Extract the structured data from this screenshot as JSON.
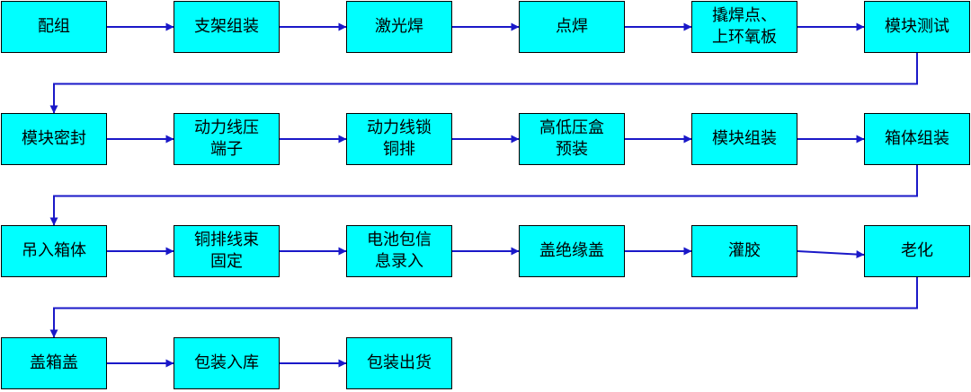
{
  "colors": {
    "box_fill": "#00FFFF",
    "arrow": "#1A18C8",
    "text": "#000000"
  },
  "rows": [
    {
      "steps": [
        {
          "id": "peizu",
          "label": "配组"
        },
        {
          "id": "zhijia-zuzhuang",
          "label": "支架组装"
        },
        {
          "id": "jiguanghan",
          "label": "激光焊"
        },
        {
          "id": "dianhan",
          "label": "点焊"
        },
        {
          "id": "qiaohandian",
          "label": "撬焊点、\n上环氧板"
        },
        {
          "id": "mokuai-ceshi",
          "label": "模块测试"
        }
      ]
    },
    {
      "steps": [
        {
          "id": "mokuai-mifeng",
          "label": "模块密封"
        },
        {
          "id": "donglixian-yaduanzi",
          "label": "动力线压\n端子"
        },
        {
          "id": "donglixian-suotongpai",
          "label": "动力线锁\n铜排"
        },
        {
          "id": "gaodi-yahe",
          "label": "高低压盒\n预装"
        },
        {
          "id": "mokuai-zuzhuang",
          "label": "模块组装"
        },
        {
          "id": "xiangti-zuzhuang",
          "label": "箱体组装"
        }
      ]
    },
    {
      "steps": [
        {
          "id": "diaoru-xiangti",
          "label": "吊入箱体"
        },
        {
          "id": "tongpai-xianshu",
          "label": "铜排线束\n固定"
        },
        {
          "id": "dianchibao-xinxi",
          "label": "电池包信\n息录入"
        },
        {
          "id": "gai-jueyuangai",
          "label": "盖绝缘盖"
        },
        {
          "id": "guanjiao",
          "label": "灌胶"
        },
        {
          "id": "laohua",
          "label": "老化"
        }
      ]
    },
    {
      "steps": [
        {
          "id": "gai-xianggai",
          "label": "盖箱盖"
        },
        {
          "id": "baozhuang-ruku",
          "label": "包装入库"
        },
        {
          "id": "baozhuang-chuhuo",
          "label": "包装出货"
        }
      ]
    }
  ]
}
